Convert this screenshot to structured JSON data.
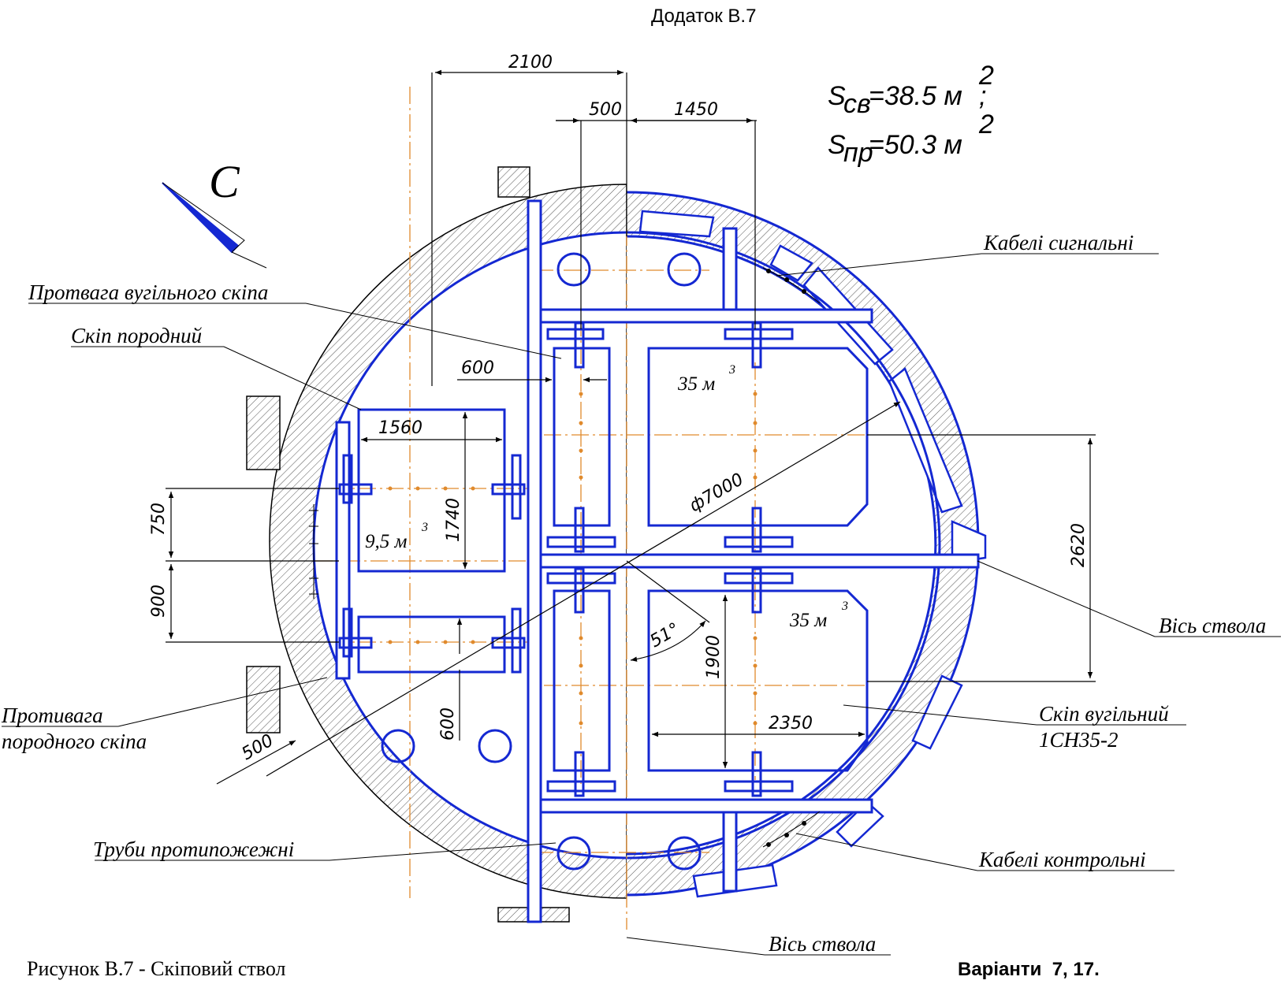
{
  "header": {
    "appendix": "Додаток В.7"
  },
  "figure_caption": "Рисунок В.7 - Скіповий ствол",
  "variants": "Варіанти  7, 17.",
  "north": {
    "letter": "С"
  },
  "areas": {
    "s_sv_sym": "S",
    "s_sv_sub": "св",
    "s_sv_val": "=38.5 м",
    "s_sv_sup": "2",
    "s_sv_tail": ";",
    "s_pr_sym": "S",
    "s_pr_sub": "пр",
    "s_pr_val": "=50.3 м",
    "s_pr_sup": "2"
  },
  "dimensions": {
    "d2100": "2100",
    "d500_top": "500",
    "d1450": "1450",
    "d600_a": "600",
    "d1560": "1560",
    "d1740": "1740",
    "d750": "750",
    "d900": "900",
    "d600_b": "600",
    "d500_low": "500",
    "diameter": "ф7000",
    "angle": "51°",
    "d1900": "1900",
    "d2350": "2350",
    "d2620": "2620"
  },
  "volumes": {
    "upper_skip": "35 м",
    "upper_skip_sup": "3",
    "lower_skip": "35 м",
    "lower_skip_sup": "3",
    "rock_skip": "9,5 м",
    "rock_skip_sup": "3"
  },
  "labels": {
    "coal_counterweight": "Протвага вугільного скіпа",
    "rock_skip": "Скіп породний",
    "signal_cables": "Кабелі сигнальні",
    "shaft_axis_right": "Вісь ствола",
    "coal_skip": "Скіп вугільний",
    "coal_skip_model": "1СН35-2",
    "rock_counterweight_1": "Противага",
    "rock_counterweight_2": "породного скіпа",
    "fire_pipes": "Труби протипожежні",
    "control_cables": "Кабелі контрольні",
    "shaft_axis_bottom": "Вісь ствола"
  },
  "colors": {
    "structure": "#1428d2",
    "axes": "#e08a2c",
    "dimension": "#000000"
  }
}
